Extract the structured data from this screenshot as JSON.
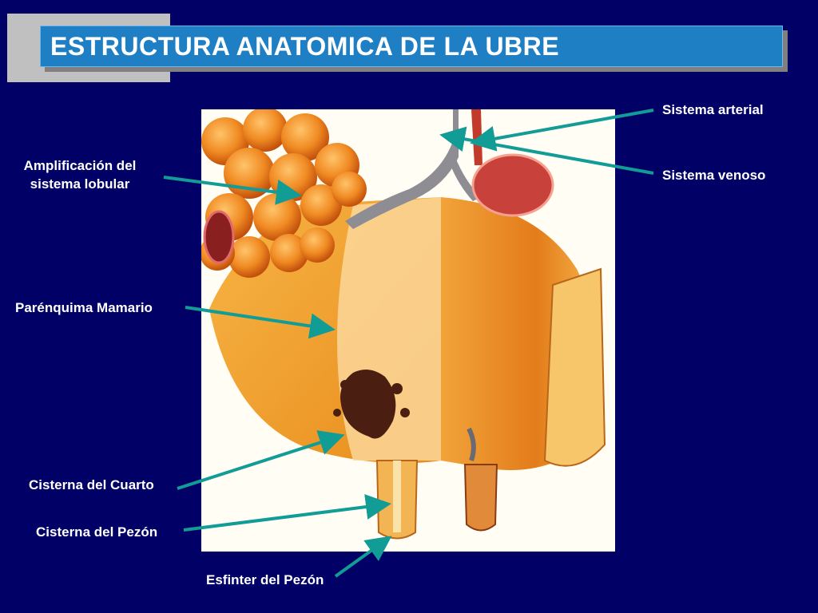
{
  "slide": {
    "title": "ESTRUCTURA ANATOMICA DE LA UBRE",
    "background_color": "#000066",
    "title_bar_color": "#1f7fc4",
    "arrow_color": "#129c96"
  },
  "labels": {
    "sistema_arterial": "Sistema arterial",
    "sistema_venoso": "Sistema venoso",
    "amplificacion_line1": "Amplificación del",
    "amplificacion_line2": "sistema lobular",
    "parenquima": "Parénquima Mamario",
    "cisterna_cuarto": "Cisterna del Cuarto",
    "cisterna_pezon": "Cisterna del Pezón",
    "esfinter_pezon": "Esfinter del Pezón"
  }
}
